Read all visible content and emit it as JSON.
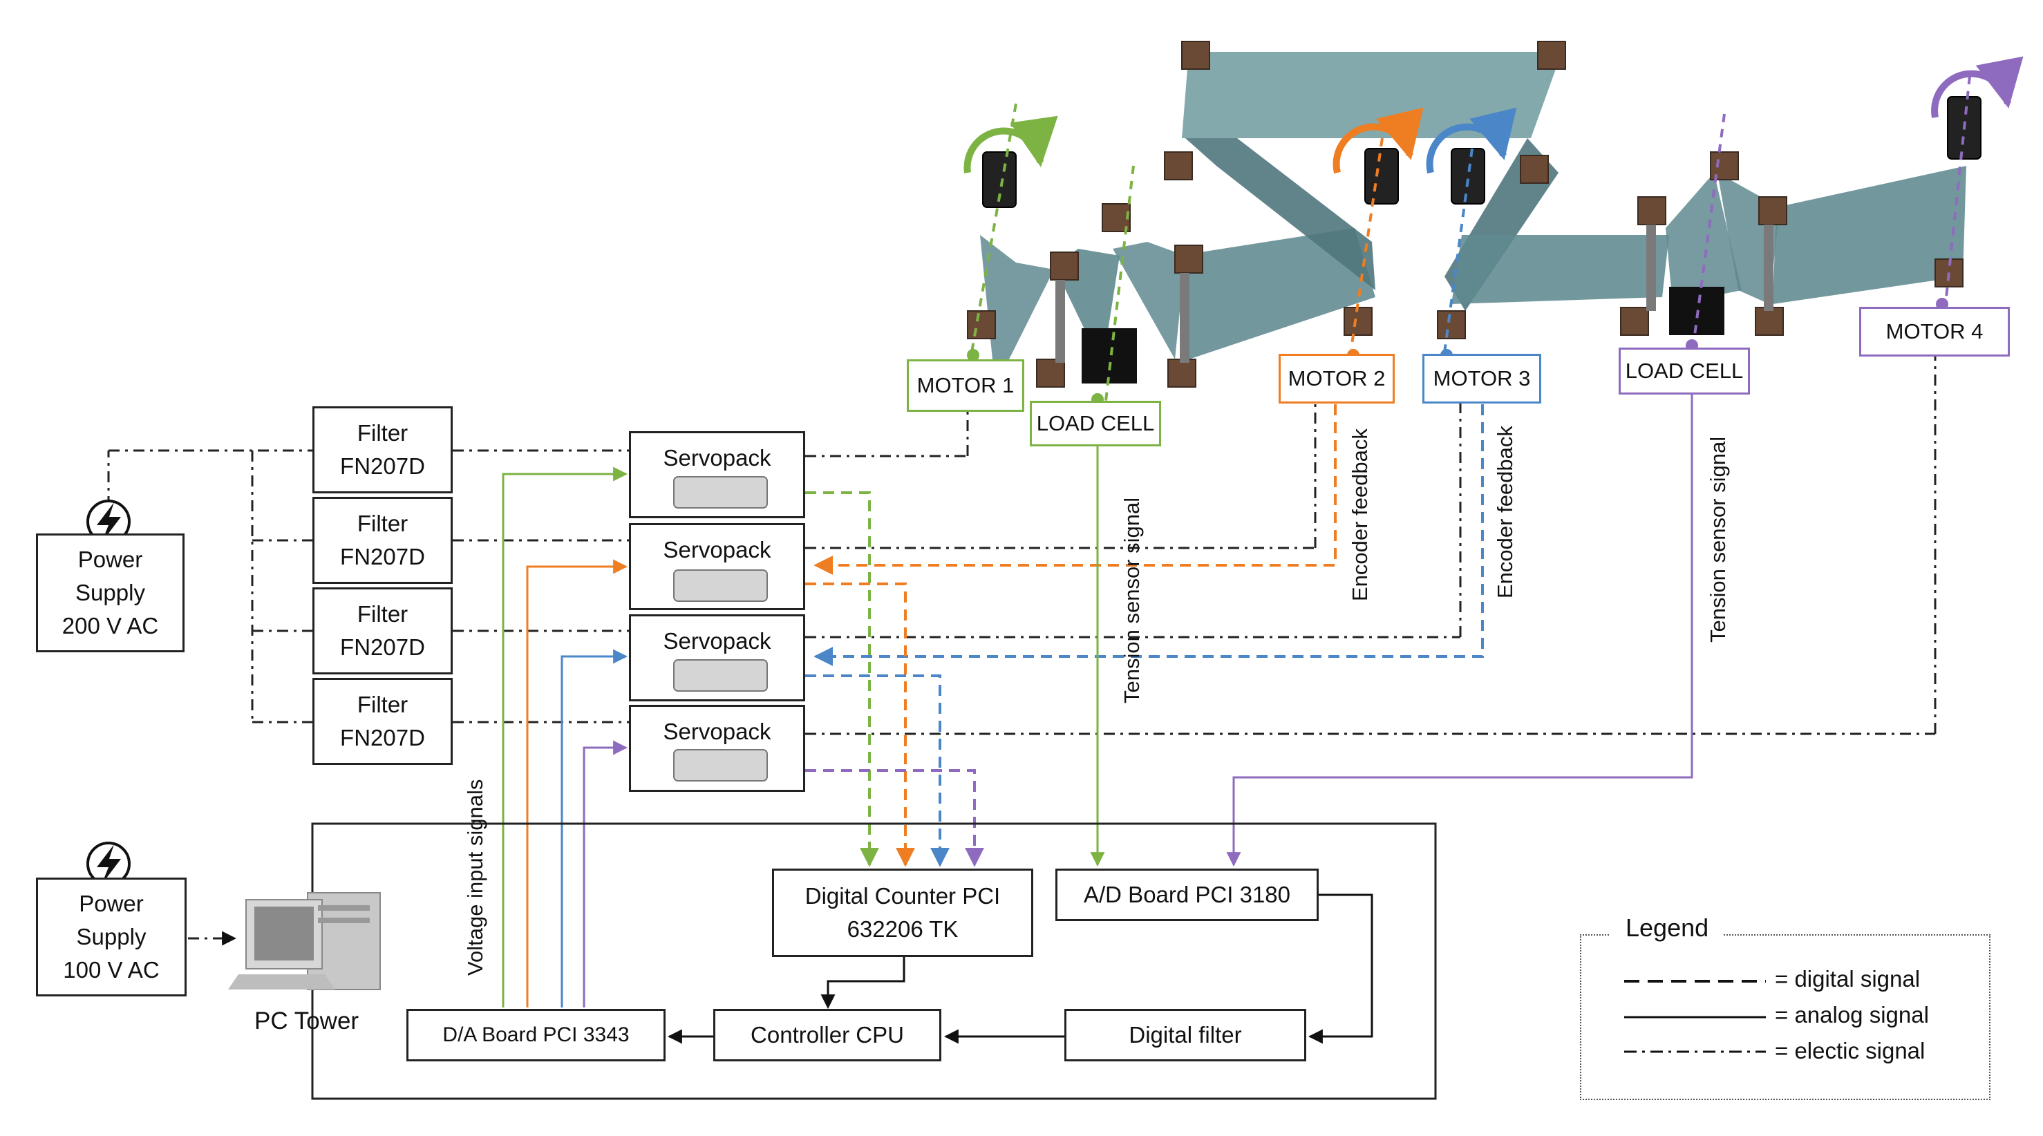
{
  "power_supply_ac200": {
    "line1": "Power",
    "line2": "Supply",
    "line3": "200 V AC"
  },
  "power_supply_ac100": {
    "line1": "Power",
    "line2": "Supply",
    "line3": "100 V AC"
  },
  "filters": [
    {
      "line1": "Filter",
      "line2": "FN207D"
    },
    {
      "line1": "Filter",
      "line2": "FN207D"
    },
    {
      "line1": "Filter",
      "line2": "FN207D"
    },
    {
      "line1": "Filter",
      "line2": "FN207D"
    }
  ],
  "servopacks": [
    {
      "label": "Servopack"
    },
    {
      "label": "Servopack"
    },
    {
      "label": "Servopack"
    },
    {
      "label": "Servopack"
    }
  ],
  "motors": {
    "motor1": "MOTOR 1",
    "motor2": "MOTOR 2",
    "motor3": "MOTOR 3",
    "motor4": "MOTOR 4"
  },
  "load_cells": {
    "cell1": "LOAD CELL",
    "cell2": "LOAD CELL"
  },
  "pc_tower": "PC Tower",
  "boards": {
    "digital_counter_line1": "Digital Counter PCI",
    "digital_counter_line2": "632206 TK",
    "ad_board": "A/D Board PCI 3180",
    "da_board": "D/A Board PCI 3343",
    "controller_cpu": "Controller CPU",
    "digital_filter": "Digital filter"
  },
  "signal_labels": {
    "voltage_input": "Voltage input signals",
    "tension_sensor_1": "Tension  sensor signal",
    "encoder_feedback_1": "Encoder feedback",
    "encoder_feedback_2": "Encoder feedback",
    "tension_sensor_2": "Tension sensor signal"
  },
  "legend": {
    "title": "Legend",
    "digital": "= digital signal",
    "analog": "= analog signal",
    "electric": "= electic signal"
  },
  "colors": {
    "motor1": "#7cb342",
    "motor2": "#ef7d22",
    "motor3": "#4a86c8",
    "motor4": "#8e6bbf",
    "belt": "#5f8a8f"
  }
}
